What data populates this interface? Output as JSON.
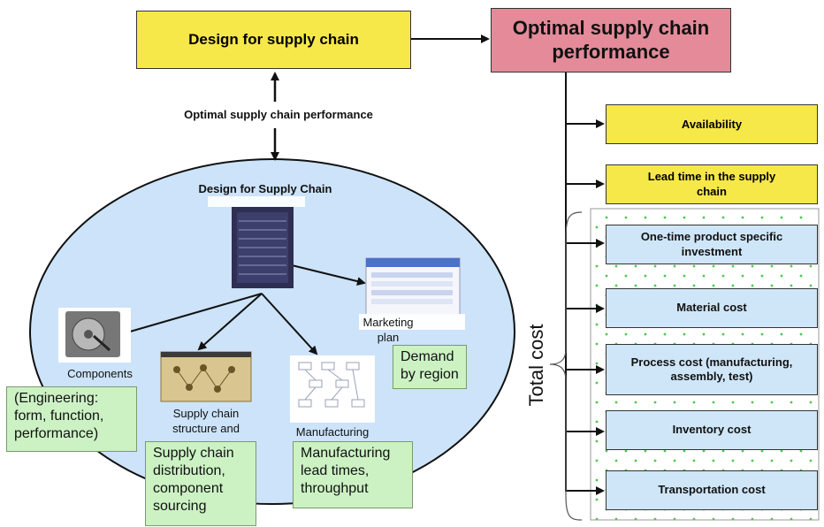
{
  "top": {
    "design_box": "Design for supply chain",
    "optimal_box": "Optimal supply chain performance",
    "connector_label": "Optimal supply chain performance"
  },
  "ellipse": {
    "title": "Design for Supply Chain",
    "marketing_label": "Marketing plan",
    "components_label": "Components",
    "supply_structure_label": "Supply chain structure and",
    "manufacturing_label": "Manufacturing"
  },
  "notes": {
    "demand": "Demand by region",
    "engineering": "(Engineering: form, function, performance)",
    "distribution": "Supply chain distribution, component sourcing",
    "manufacturing": "Manufacturing lead times, throughput"
  },
  "right": {
    "availability": "Availability",
    "lead_time": "Lead time in the supply chain",
    "total_cost_label": "Total cost",
    "costs": [
      "One-time product specific investment",
      "Material cost",
      "Process cost (manufacturing, assembly, test)",
      "Inventory cost",
      "Transportation cost"
    ]
  },
  "colors": {
    "yellow": "#f7e84a",
    "pink": "#e48a99",
    "blue": "#cfe6f8",
    "green": "#ccf2c4",
    "ellipse": "#cce3f9"
  }
}
